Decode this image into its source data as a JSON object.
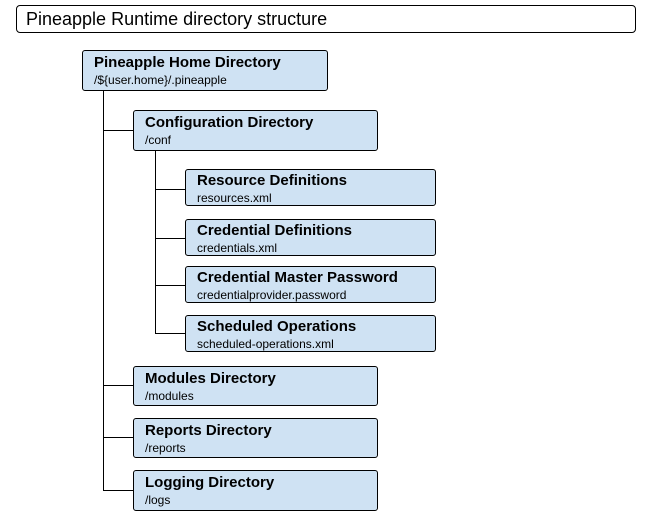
{
  "title": "Pineapple Runtime directory structure",
  "colors": {
    "node_fill": "#cfe2f3",
    "border": "#000000",
    "background": "#ffffff"
  },
  "nodes": {
    "home": {
      "title": "Pineapple Home Directory",
      "path": "/${user.home}/.pineapple"
    },
    "conf": {
      "title": "Configuration Directory",
      "path": "/conf"
    },
    "resources": {
      "title": "Resource Definitions",
      "path": "resources.xml"
    },
    "credentials": {
      "title": "Credential Definitions",
      "path": "credentials.xml"
    },
    "master": {
      "title": "Credential Master Password",
      "path": "credentialprovider.password"
    },
    "scheduled": {
      "title": "Scheduled Operations",
      "path": "scheduled-operations.xml"
    },
    "modules": {
      "title": "Modules Directory",
      "path": "/modules"
    },
    "reports": {
      "title": "Reports Directory",
      "path": "/reports"
    },
    "logs": {
      "title": "Logging Directory",
      "path": "/logs"
    }
  }
}
